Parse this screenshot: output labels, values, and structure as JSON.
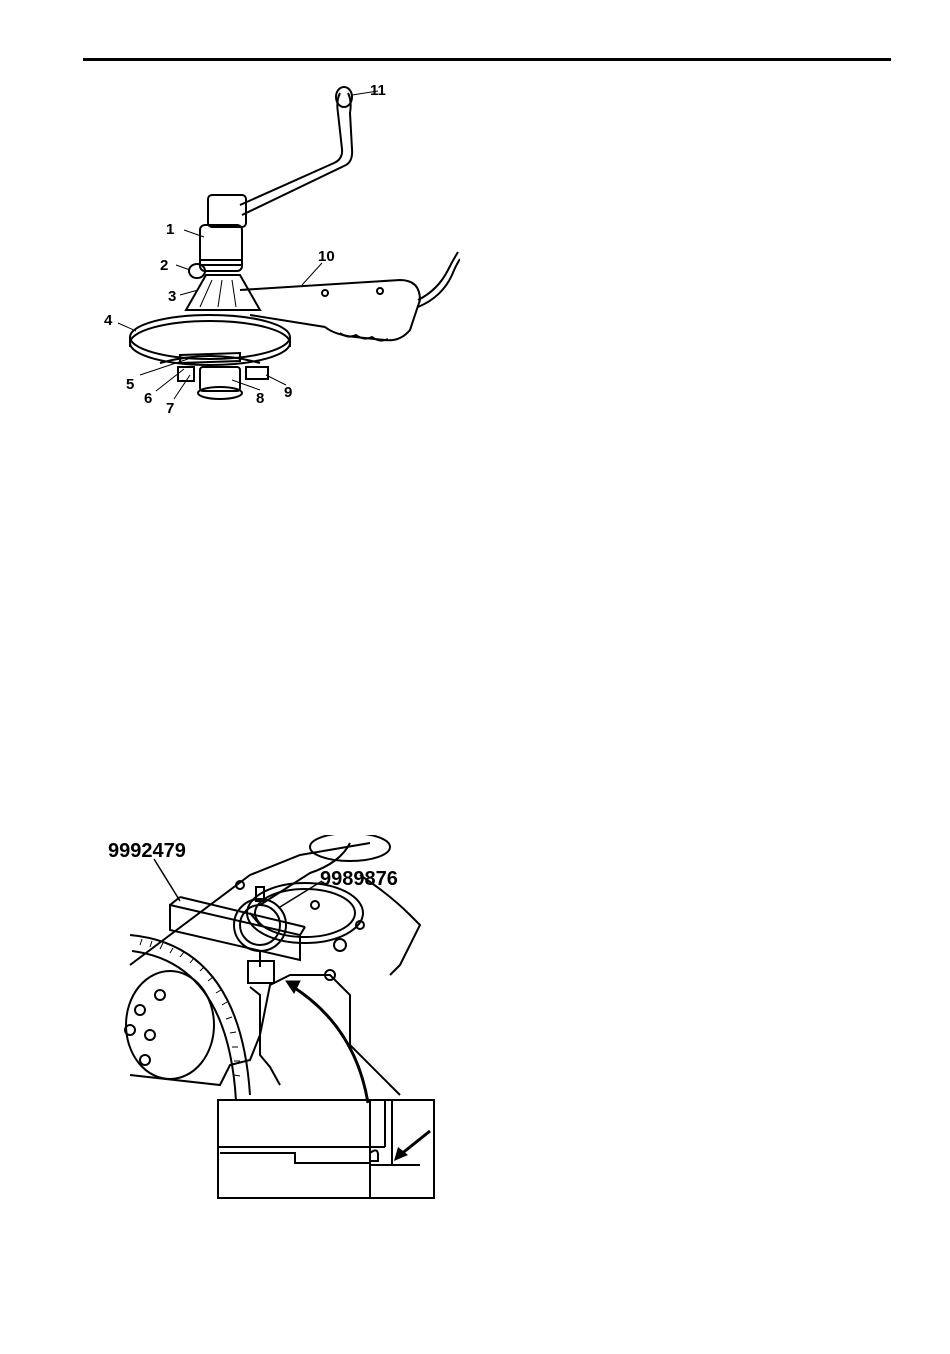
{
  "figure1": {
    "callouts": [
      "1",
      "2",
      "3",
      "4",
      "5",
      "6",
      "7",
      "8",
      "9",
      "10",
      "11"
    ]
  },
  "figure2": {
    "tool_numbers": [
      "9992479",
      "9989876"
    ]
  }
}
